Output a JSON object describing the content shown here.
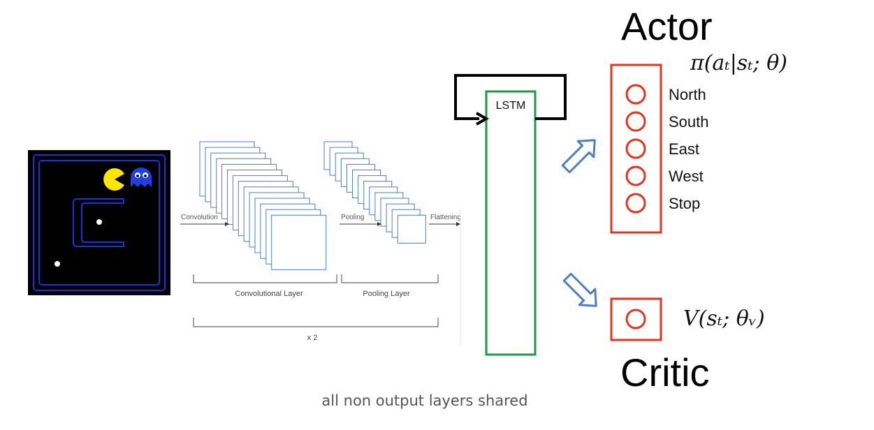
{
  "cnn": {
    "convolution_label": "Convolution",
    "pooling_label": "Pooling",
    "flattening_label": "Flattening",
    "conv_layer_caption": "Convolutional Layer",
    "pool_layer_caption": "Pooling Layer",
    "repeat_caption": "x 2"
  },
  "lstm": {
    "label": "LSTM"
  },
  "actor": {
    "title": "Actor",
    "policy_formula": "π(aₜ|sₜ; θ)",
    "actions": [
      {
        "label": "North"
      },
      {
        "label": "South"
      },
      {
        "label": "East"
      },
      {
        "label": "West"
      },
      {
        "label": "Stop"
      }
    ]
  },
  "critic": {
    "title": "Critic",
    "value_formula": "V(sₜ; θᵥ)"
  },
  "footer": {
    "text": "all non output layers shared"
  },
  "colors": {
    "maze_wall": "#1a2fe0",
    "pacman": "#ffe600",
    "ghost": "#1f3fe6",
    "lstm_border": "#1a9a4a",
    "output_border": "#e8321e",
    "arrow_fill": "#ffffff",
    "arrow_stroke": "#4a7fc8",
    "cnn_frame": "#4a7fc8"
  }
}
